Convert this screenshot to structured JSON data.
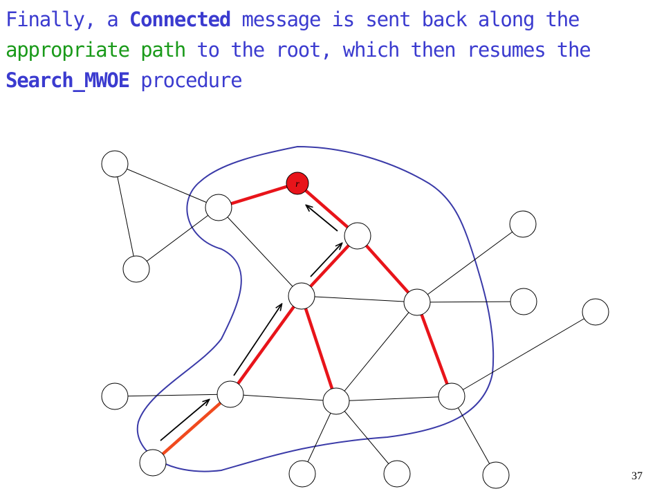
{
  "slide": {
    "title_parts": [
      {
        "text": "Finally, a ",
        "style": "normal"
      },
      {
        "text": "Connected",
        "style": "bold"
      },
      {
        "text": " message is sent back along the ",
        "style": "normal"
      },
      {
        "text": "appropriate path",
        "style": "green"
      },
      {
        "text": " to the root, which then resumes the ",
        "style": "normal"
      },
      {
        "text": "Search_MWOE",
        "style": "bold"
      },
      {
        "text": " procedure",
        "style": "normal"
      }
    ],
    "page_number": "37"
  },
  "diagram": {
    "root_label": "r",
    "colors": {
      "text": "#3b3bcf",
      "highlight": "#1a9a1a",
      "tree_edge": "#e8141a",
      "message_edge": "#f04a1e",
      "fragment_boundary": "#3a3aa8",
      "root_fill": "#e8141a",
      "node_fill": "#ffffff",
      "edge": "#000000",
      "arrow": "#000000"
    }
  }
}
